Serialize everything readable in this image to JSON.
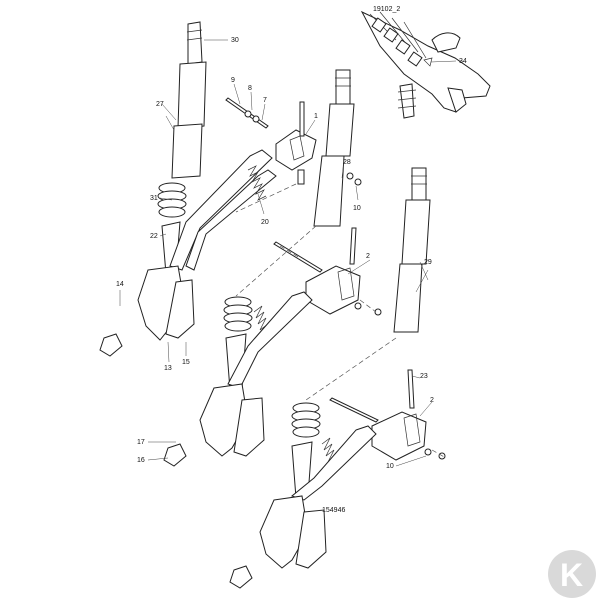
{
  "drawing": {
    "inset_reference": "19102_2",
    "figure_reference": "154946",
    "callouts": [
      "30",
      "27",
      "9",
      "8",
      "7",
      "1",
      "28",
      "31",
      "20",
      "10",
      "22",
      "29",
      "2",
      "14",
      "13",
      "15",
      "23",
      "17",
      "16",
      "34"
    ],
    "watermark": "K"
  },
  "colors": {
    "line": "#222222",
    "watermark": "#d9d9d9",
    "background": "#ffffff"
  }
}
